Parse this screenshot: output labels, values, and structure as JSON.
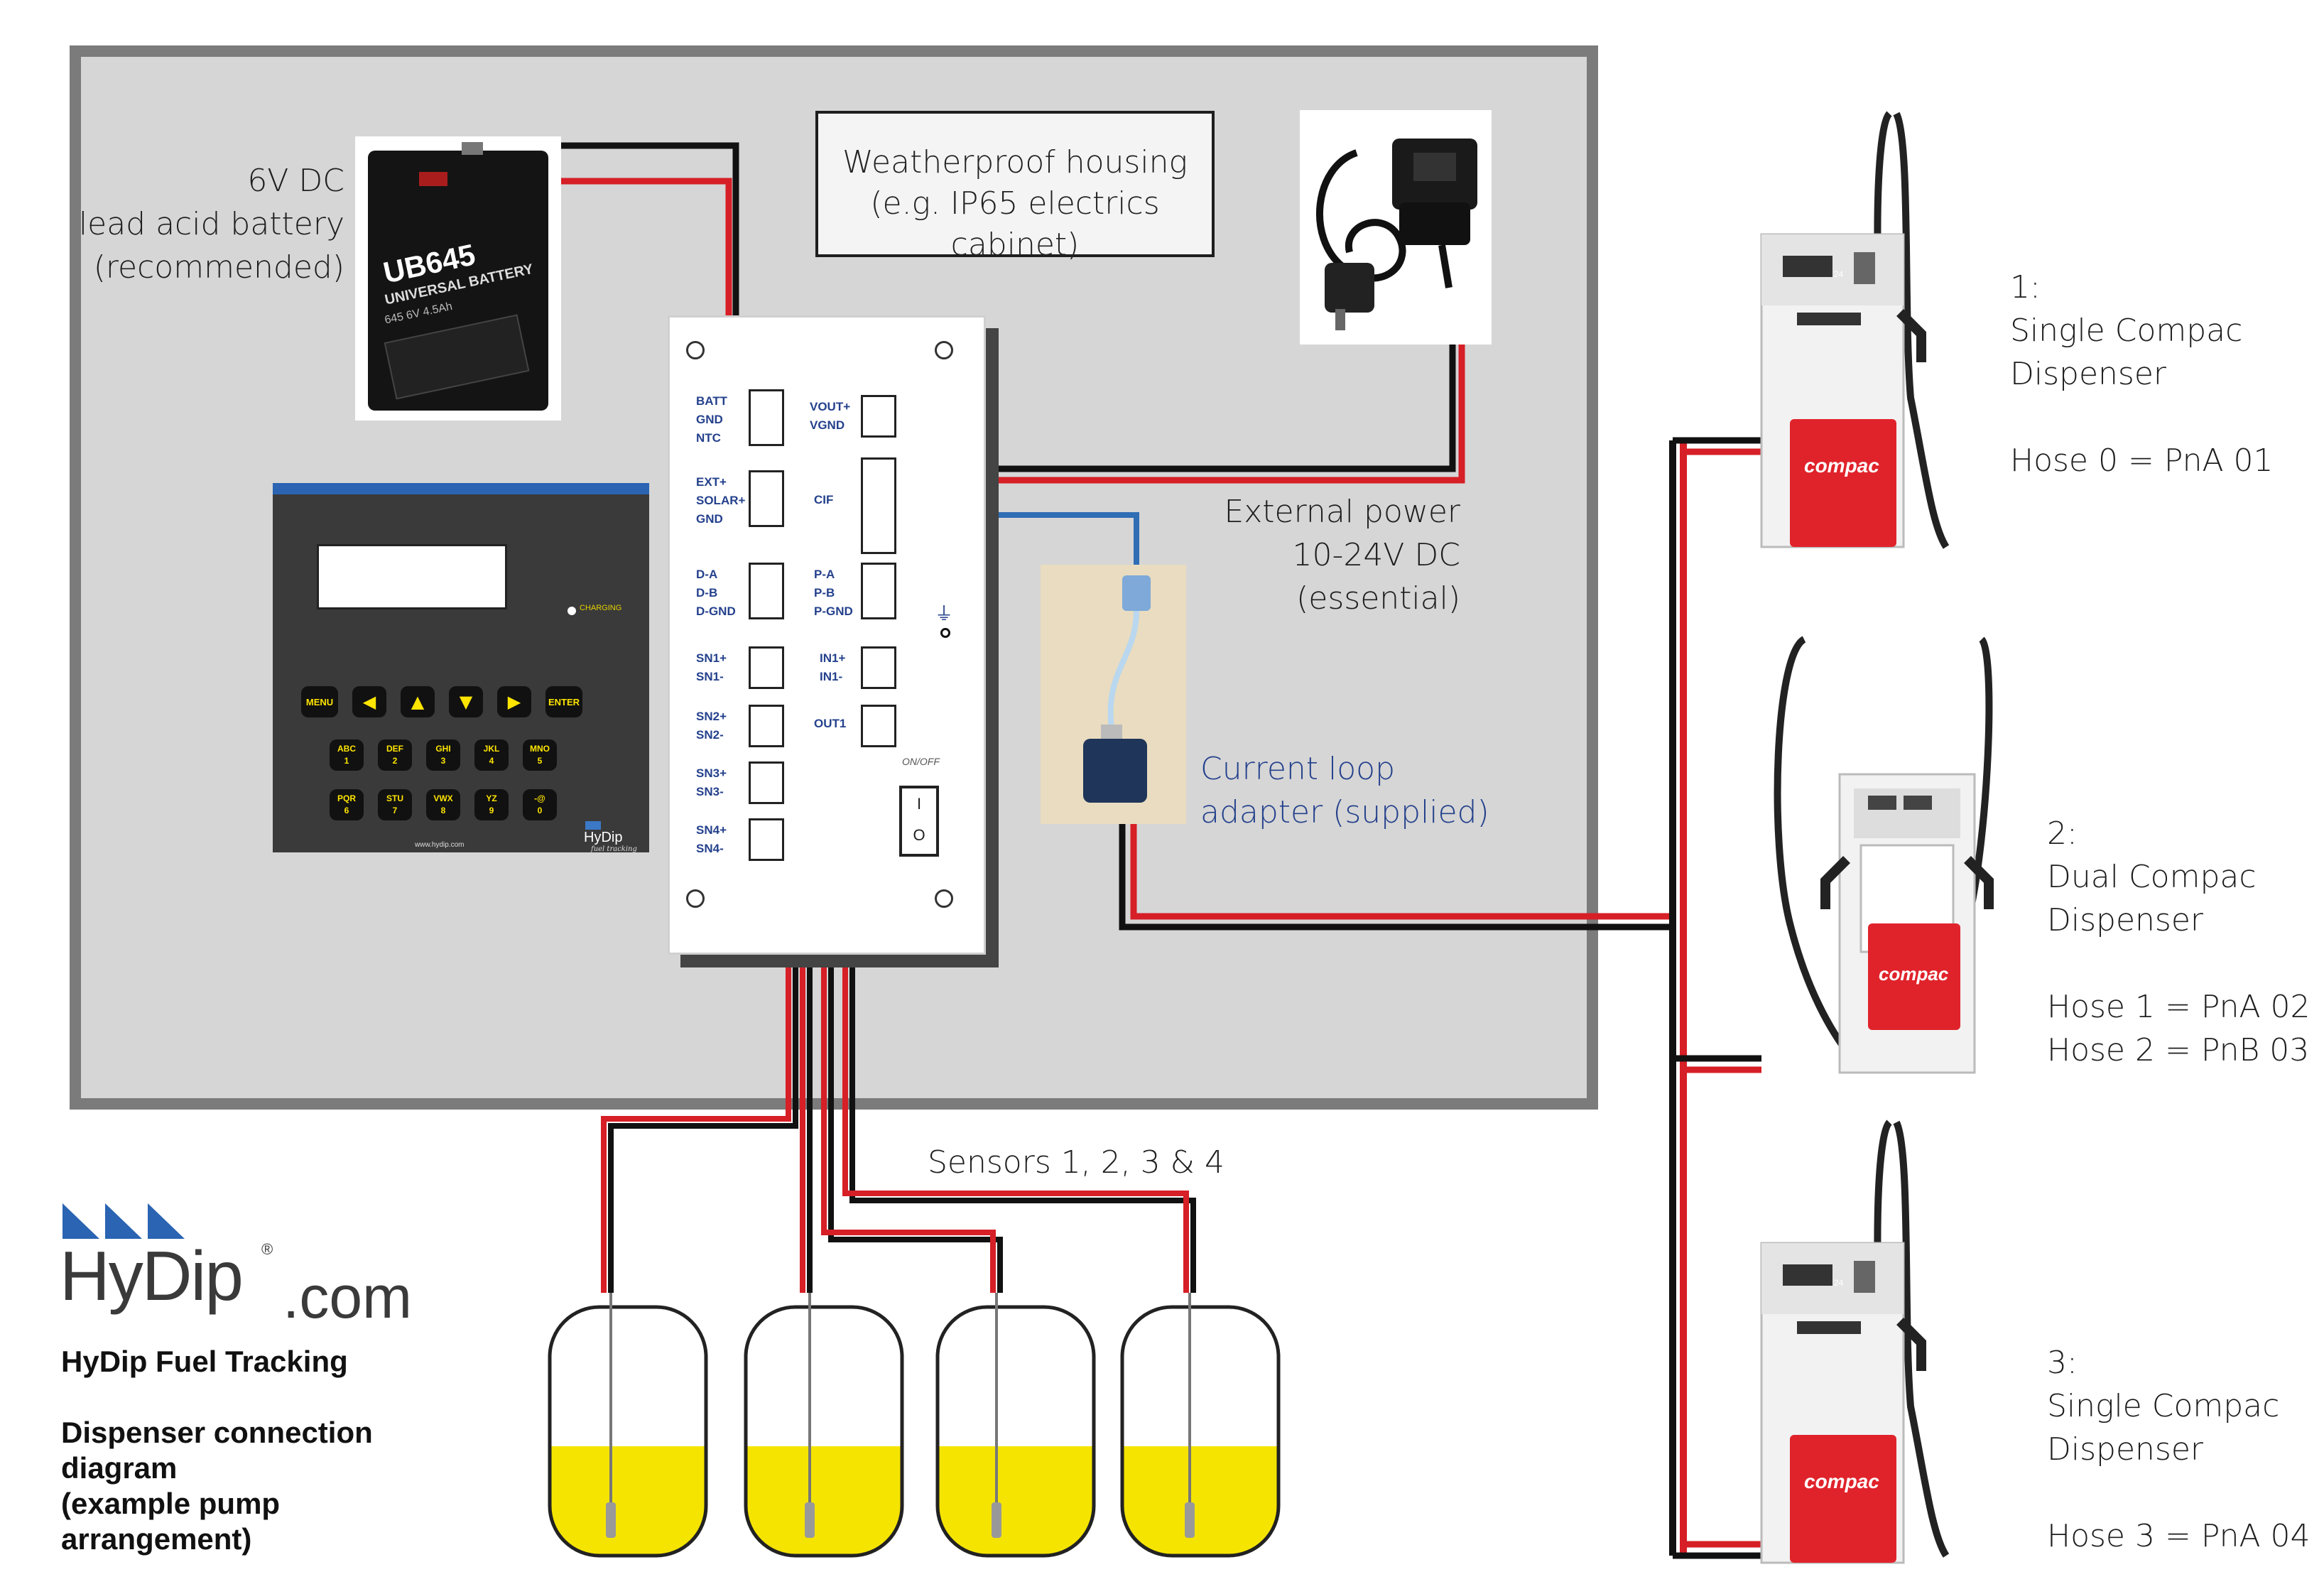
{
  "labels": {
    "battery": [
      "6V DC",
      "lead acid battery",
      "(recommended)"
    ],
    "housing": [
      "Weatherproof housing",
      "(e.g. IP65 electrics cabinet)"
    ],
    "external_power": [
      "External power",
      "10-24V DC",
      "(essential)"
    ],
    "current_loop": [
      "Current loop",
      "adapter (supplied)"
    ],
    "sensors": "Sensors 1, 2, 3 & 4"
  },
  "battery_device": {
    "brand": "UB645",
    "subtitle": "UNIVERSAL BATTERY",
    "rating": "645   6V   4.5Ah"
  },
  "controller": {
    "left_terminals": [
      [
        "BATT",
        "GND",
        "NTC"
      ],
      [
        "EXT+",
        "SOLAR+",
        "GND"
      ],
      [
        "D-A",
        "D-B",
        "D-GND"
      ],
      [
        "SN1+",
        "SN1-"
      ],
      [
        "SN2+",
        "SN2-"
      ],
      [
        "SN3+",
        "SN3-"
      ],
      [
        "SN4+",
        "SN4-"
      ]
    ],
    "right_terminals": [
      [
        "VOUT+",
        "VGND"
      ],
      [
        "CIF"
      ],
      [
        "P-A",
        "P-B",
        "P-GND"
      ],
      [
        "IN1+",
        "IN1-"
      ],
      [
        "OUT1"
      ]
    ],
    "switch_label": "ON/OFF",
    "switch_on": "I",
    "switch_off": "O"
  },
  "keypad": {
    "charging": "CHARGING",
    "row1": [
      "MENU",
      "◀",
      "▲",
      "▼",
      "▶",
      "ENTER"
    ],
    "row2": [
      [
        "ABC",
        "1"
      ],
      [
        "DEF",
        "2"
      ],
      [
        "GHI",
        "3"
      ],
      [
        "JKL",
        "4"
      ],
      [
        "MNO",
        "5"
      ]
    ],
    "row3": [
      [
        "PQR",
        "6"
      ],
      [
        "STU",
        "7"
      ],
      [
        "VWX",
        "8"
      ],
      [
        "YZ",
        "9"
      ],
      [
        "-@",
        "0"
      ]
    ],
    "url": "www.hydip.com",
    "brand": "HyDip",
    "brand_sub": "fuel tracking"
  },
  "dispensers": [
    {
      "lines": [
        "1:",
        "Single Compac",
        "Dispenser"
      ],
      "hoses": [
        "Hose 0 = PnA 01"
      ]
    },
    {
      "lines": [
        "2:",
        "Dual Compac",
        "Dispenser"
      ],
      "hoses": [
        "Hose 1 = PnA 02",
        "Hose 2 = PnB 03"
      ]
    },
    {
      "lines": [
        "3:",
        "Single Compac",
        "Dispenser"
      ],
      "hoses": [
        "Hose 3 = PnA 04"
      ]
    }
  ],
  "dispenser_brand": "compac",
  "dispenser_tag": "24",
  "logo": {
    "name": "HyDip",
    "suffix": ".com",
    "registered": "®"
  },
  "caption": {
    "title": "HyDip Fuel Tracking",
    "body": [
      "Dispenser connection",
      "diagram",
      "(example pump",
      "arrangement)"
    ]
  },
  "tanks": [
    {
      "fill_level": 0.44
    },
    {
      "fill_level": 0.44
    },
    {
      "fill_level": 0.44
    },
    {
      "fill_level": 0.44
    }
  ],
  "colors": {
    "wire_red": "#d61f26",
    "wire_black": "#111111",
    "wire_blue": "#2f6db5",
    "fuel": "#f5e400",
    "housing_gray": "#d6d6d6",
    "compac_red": "#e0232b"
  }
}
